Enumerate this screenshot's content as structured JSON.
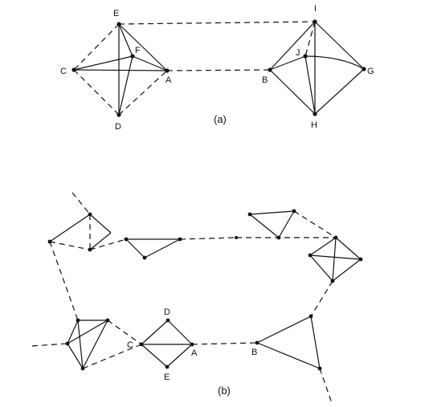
{
  "figure": {
    "panel_a": {
      "caption": "(a)",
      "labels": {
        "E": "E",
        "F": "F",
        "C": "C",
        "A": "A",
        "D": "D",
        "I": "I",
        "J": "J",
        "B": "B",
        "G": "G",
        "H": "H"
      }
    },
    "panel_b": {
      "caption": "(b)",
      "labels": {
        "D": "D",
        "C": "C",
        "A": "A",
        "E": "E",
        "B": "B"
      }
    },
    "colors": {
      "ink": "#111111",
      "background": "#ffffff"
    }
  }
}
